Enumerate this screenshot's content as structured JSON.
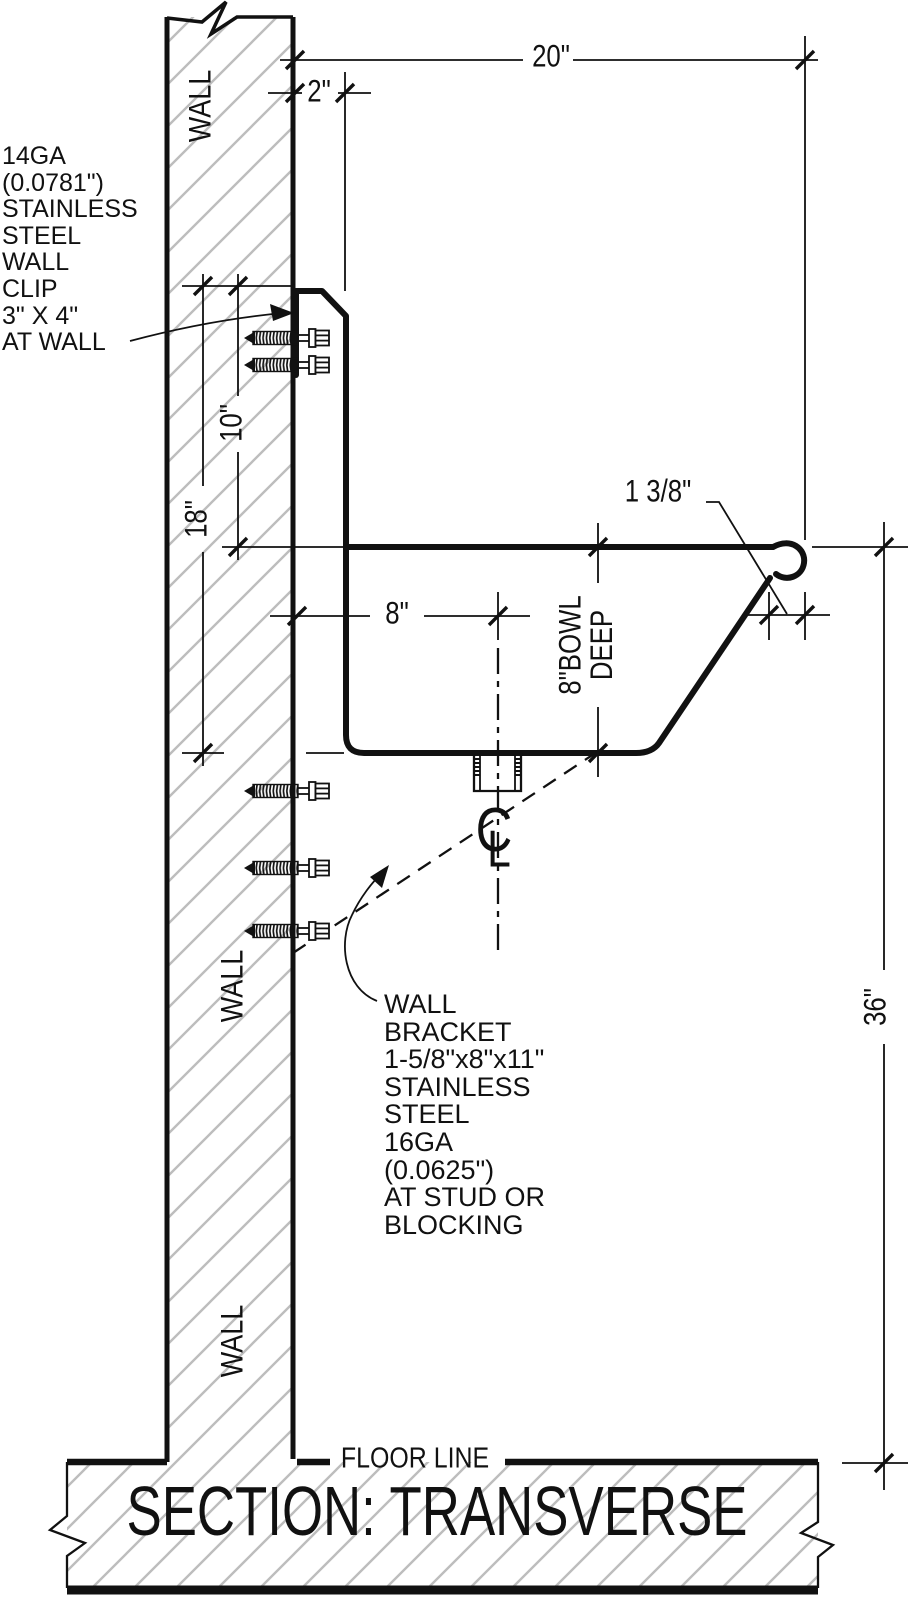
{
  "drawing": {
    "title": "SECTION: TRANSVERSE",
    "floor_label": "FLOOR LINE",
    "wall_labels": {
      "top": "WALL",
      "middle": "WALL",
      "bottom": "WALL"
    },
    "clip_note": "14GA\n(0.0781\")\nSTAINLESS\nSTEEL\nWALL\nCLIP\n3\" X 4\"\nAT WALL",
    "bracket_note": "WALL\nBRACKET\n1-5/8\"x8\"x11\"\nSTAINLESS\nSTEEL\n16GA\n(0.0625\")\nAT STUD OR\nBLOCKING",
    "centerline_symbol": {
      "c": "C",
      "l": "L"
    },
    "dimensions": {
      "top_width": "20\"",
      "clip_offset": "2\"",
      "clip_to_rim": "10\"",
      "clip_to_bowl_bottom": "18\"",
      "wall_to_drain": "8\"",
      "bowl_depth_line1": "8\"BOWL",
      "bowl_depth_line2": "DEEP",
      "rim_roll": "1 3/8\"",
      "rim_height": "36\""
    },
    "colors": {
      "line": "#111111",
      "hatch": "#bdbdbd",
      "background": "#ffffff"
    }
  }
}
